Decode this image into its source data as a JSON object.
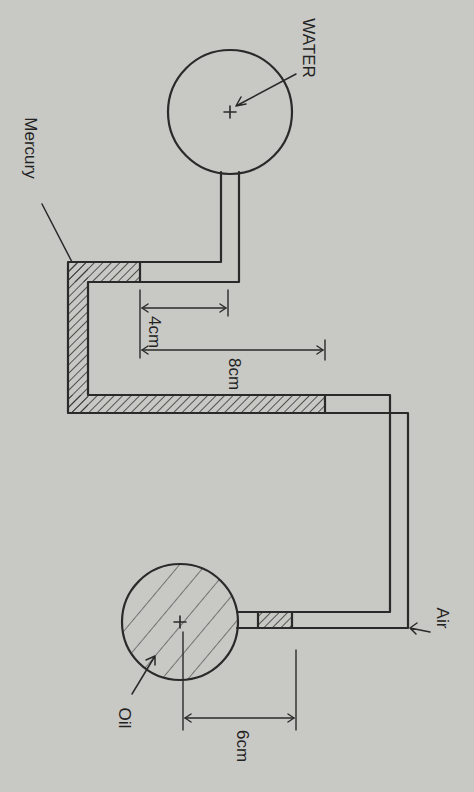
{
  "diagram": {
    "labels": [
      "WATER",
      "Mercury",
      "4cm",
      "8cm",
      "Air",
      "Oil",
      "6cm"
    ]
  }
}
